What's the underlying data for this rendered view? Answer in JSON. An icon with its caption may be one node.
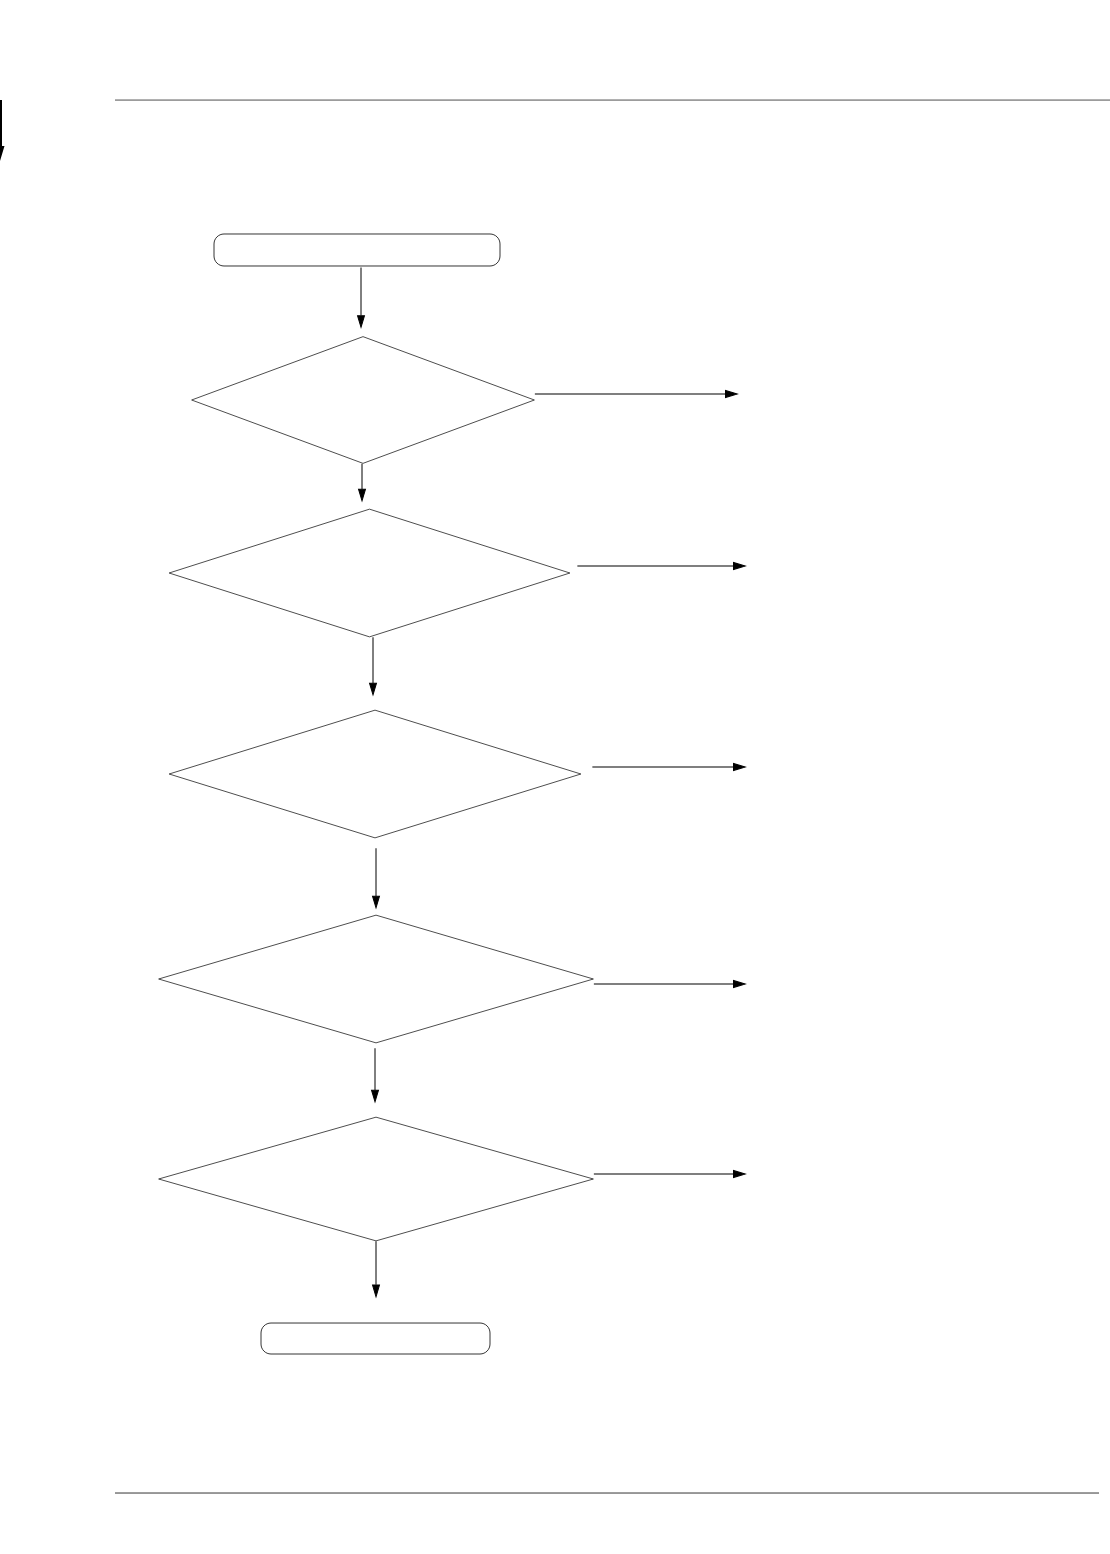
{
  "diagram": {
    "nodes": [
      {
        "text": [],
        "shape": "box"
      },
      {
        "text": [],
        "shape": "diamond"
      },
      {
        "text": [],
        "shape": "diamond"
      },
      {
        "text": [],
        "shape": "diamond"
      },
      {
        "text": [],
        "shape": "diamond"
      },
      {
        "text": [],
        "shape": "diamond"
      },
      {
        "text": [],
        "shape": "box"
      }
    ],
    "edges": [
      {
        "from": 0,
        "to": 1,
        "arrow": "to"
      },
      {
        "from": 1,
        "to": null,
        "arrow": "to"
      },
      {
        "from": 1,
        "to": 2,
        "arrow": "to"
      },
      {
        "from": 2,
        "to": null,
        "arrow": "to"
      },
      {
        "from": 2,
        "to": 3,
        "arrow": "to"
      },
      {
        "from": 3,
        "to": null,
        "arrow": "to"
      },
      {
        "from": 3,
        "to": 4,
        "arrow": "to"
      },
      {
        "from": 4,
        "to": null,
        "arrow": "to"
      },
      {
        "from": 4,
        "to": 5,
        "arrow": "to"
      },
      {
        "from": 5,
        "to": null,
        "arrow": "to"
      },
      {
        "from": 5,
        "to": 6,
        "arrow": "to"
      }
    ]
  }
}
